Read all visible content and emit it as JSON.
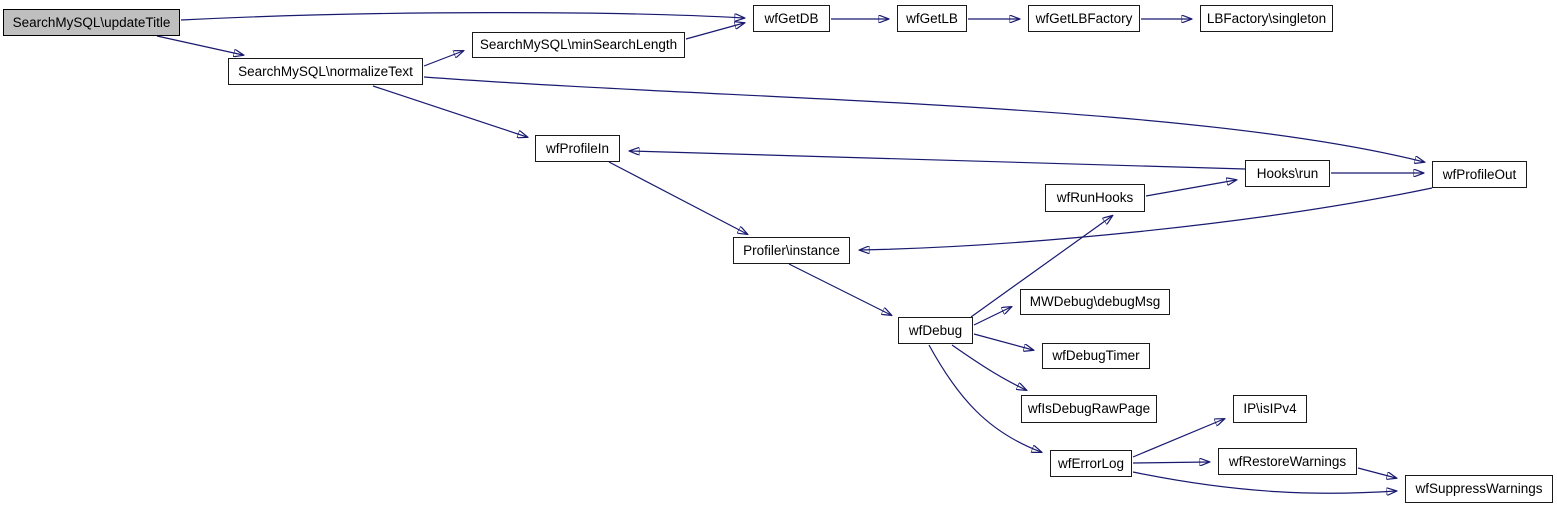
{
  "diagram": {
    "type": "doxygen-call-graph",
    "root_function": "SearchMySQL\\updateTitle",
    "colors": {
      "edge": "#191970",
      "node_border": "#1a1a1a",
      "node_fill": "#ffffff",
      "root_node_fill": "#bfbfbf",
      "background": "#ffffff",
      "text": "#000000"
    },
    "nodes": [
      {
        "id": "updateTitle",
        "label": "SearchMySQL\\updateTitle",
        "highlight": true
      },
      {
        "id": "normalizeText",
        "label": "SearchMySQL\\normalizeText",
        "highlight": false
      },
      {
        "id": "minSearchLength",
        "label": "SearchMySQL\\minSearchLength",
        "highlight": false
      },
      {
        "id": "wfGetDB",
        "label": "wfGetDB",
        "highlight": false
      },
      {
        "id": "wfGetLB",
        "label": "wfGetLB",
        "highlight": false
      },
      {
        "id": "wfGetLBFactory",
        "label": "wfGetLBFactory",
        "highlight": false
      },
      {
        "id": "LBFactory-singleton",
        "label": "LBFactory\\singleton",
        "highlight": false
      },
      {
        "id": "wfProfileIn",
        "label": "wfProfileIn",
        "highlight": false
      },
      {
        "id": "Profiler-instance",
        "label": "Profiler\\instance",
        "highlight": false
      },
      {
        "id": "wfRunHooks",
        "label": "wfRunHooks",
        "highlight": false
      },
      {
        "id": "Hooks-run",
        "label": "Hooks\\run",
        "highlight": false
      },
      {
        "id": "wfProfileOut",
        "label": "wfProfileOut",
        "highlight": false
      },
      {
        "id": "wfDebug",
        "label": "wfDebug",
        "highlight": false
      },
      {
        "id": "MWDebug-debugMsg",
        "label": "MWDebug\\debugMsg",
        "highlight": false
      },
      {
        "id": "wfDebugTimer",
        "label": "wfDebugTimer",
        "highlight": false
      },
      {
        "id": "wfIsDebugRawPage",
        "label": "wfIsDebugRawPage",
        "highlight": false
      },
      {
        "id": "IP-isIPv4",
        "label": "IP\\isIPv4",
        "highlight": false
      },
      {
        "id": "wfErrorLog",
        "label": "wfErrorLog",
        "highlight": false
      },
      {
        "id": "wfRestoreWarnings",
        "label": "wfRestoreWarnings",
        "highlight": false
      },
      {
        "id": "wfSuppressWarnings",
        "label": "wfSuppressWarnings",
        "highlight": false
      }
    ],
    "edges": [
      {
        "from": "updateTitle",
        "to": "wfGetDB"
      },
      {
        "from": "updateTitle",
        "to": "normalizeText"
      },
      {
        "from": "normalizeText",
        "to": "minSearchLength"
      },
      {
        "from": "normalizeText",
        "to": "wfProfileIn"
      },
      {
        "from": "normalizeText",
        "to": "wfProfileOut"
      },
      {
        "from": "minSearchLength",
        "to": "wfGetDB"
      },
      {
        "from": "wfGetDB",
        "to": "wfGetLB"
      },
      {
        "from": "wfGetLB",
        "to": "wfGetLBFactory"
      },
      {
        "from": "wfGetLBFactory",
        "to": "LBFactory-singleton"
      },
      {
        "from": "wfProfileIn",
        "to": "Profiler-instance"
      },
      {
        "from": "Hooks-run",
        "to": "wfProfileIn"
      },
      {
        "from": "Hooks-run",
        "to": "wfProfileOut"
      },
      {
        "from": "wfRunHooks",
        "to": "Hooks-run"
      },
      {
        "from": "wfProfileOut",
        "to": "Profiler-instance"
      },
      {
        "from": "Profiler-instance",
        "to": "wfDebug"
      },
      {
        "from": "wfDebug",
        "to": "wfRunHooks"
      },
      {
        "from": "wfDebug",
        "to": "MWDebug-debugMsg"
      },
      {
        "from": "wfDebug",
        "to": "wfDebugTimer"
      },
      {
        "from": "wfDebug",
        "to": "wfIsDebugRawPage"
      },
      {
        "from": "wfDebug",
        "to": "wfErrorLog"
      },
      {
        "from": "wfErrorLog",
        "to": "IP-isIPv4"
      },
      {
        "from": "wfErrorLog",
        "to": "wfRestoreWarnings"
      },
      {
        "from": "wfErrorLog",
        "to": "wfSuppressWarnings"
      },
      {
        "from": "wfRestoreWarnings",
        "to": "wfSuppressWarnings"
      }
    ]
  }
}
